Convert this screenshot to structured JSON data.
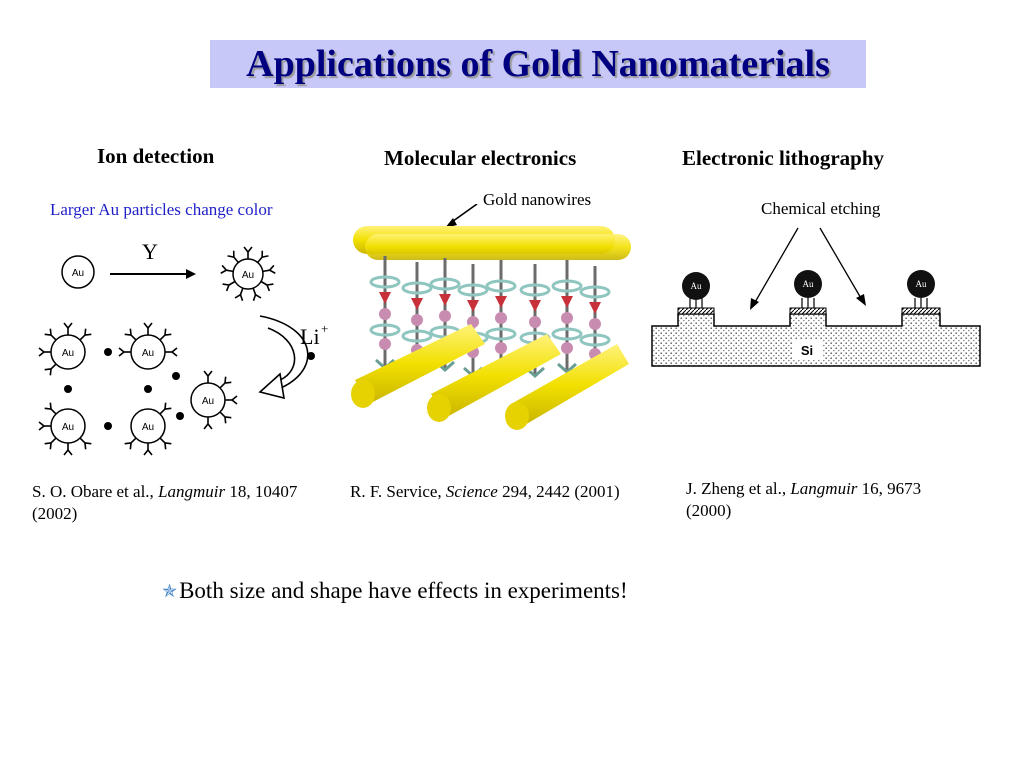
{
  "title": "Applications of Gold Nanomaterials",
  "sections": [
    {
      "heading": "Ion detection",
      "caption": "Larger Au particles change color",
      "figure_labels": {
        "particle": "Au",
        "ligand_arrow": "Y",
        "ion": "Li",
        "ion_charge": "+"
      },
      "citation": {
        "before": "S. O. Obare et al., ",
        "journal": "Langmuir",
        "after": " 18, 10407 (2002)"
      }
    },
    {
      "heading": "Molecular electronics",
      "caption": "Gold nanowires",
      "citation": {
        "before": "R. F. Service, ",
        "journal": "Science",
        "after": " 294, 2442 (2001)"
      }
    },
    {
      "heading": "Electronic lithography",
      "caption": "Chemical etching",
      "figure_labels": {
        "particle": "Au",
        "substrate": "Si"
      },
      "citation": {
        "before": "J. Zheng et al., ",
        "journal": "Langmuir",
        "after": " 16, 9673 (2000)"
      }
    }
  ],
  "bullet": {
    "icon": "star-icon",
    "text": "Both size and shape have effects in experiments!"
  },
  "colors": {
    "title_bg": "#c8c8f8",
    "title_text": "#000080",
    "caption_blue": "#1f1fc8",
    "gold": "#f2e000",
    "star": "#3d7fc6"
  }
}
